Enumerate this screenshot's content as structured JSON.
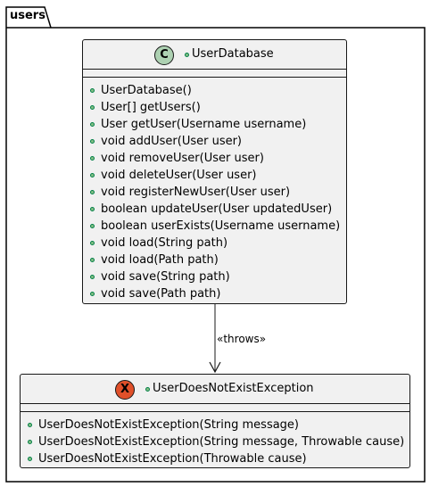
{
  "package": {
    "name": "users"
  },
  "classes": [
    {
      "name": "UserDatabase",
      "stereotype_letter": "C",
      "stereotype_kind": "class",
      "stereotype_color": "#add1b2",
      "methods": [
        "UserDatabase()",
        "User[] getUsers()",
        "User getUser(Username username)",
        "void addUser(User user)",
        "void removeUser(User user)",
        "void deleteUser(User user)",
        "void registerNewUser(User user)",
        "boolean updateUser(User updatedUser)",
        "boolean userExists(Username username)",
        "void load(String path)",
        "void load(Path path)",
        "void save(String path)",
        "void save(Path path)"
      ]
    },
    {
      "name": "UserDoesNotExistException",
      "stereotype_letter": "X",
      "stereotype_kind": "exception",
      "stereotype_color": "#e0502a",
      "methods": [
        "UserDoesNotExistException(String message)",
        "UserDoesNotExistException(String message, Throwable cause)",
        "UserDoesNotExistException(Throwable cause)"
      ]
    }
  ],
  "relationship": {
    "from": "UserDatabase",
    "to": "UserDoesNotExistException",
    "label": "«throws»"
  },
  "colors": {
    "class_fill": "#f1f1f1",
    "border": "#181818",
    "public_dot_fill": "#84be84",
    "public_dot_border": "#038048"
  }
}
